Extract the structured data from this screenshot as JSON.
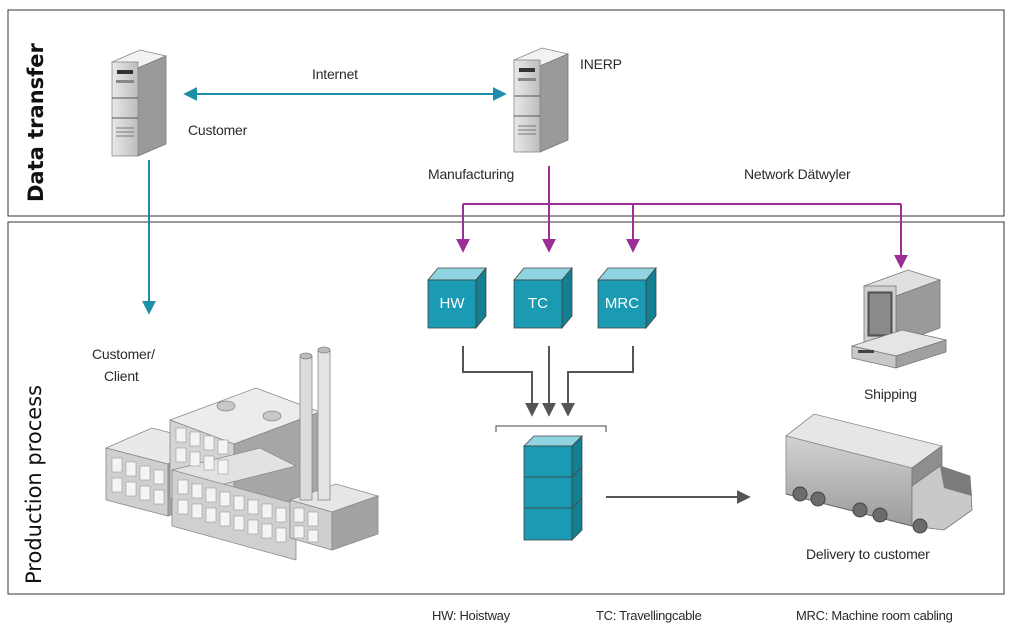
{
  "sections": {
    "data_transfer": "Data transfer",
    "production_process": "Production process"
  },
  "nodes": {
    "customer_server": "Customer",
    "inerp_server": "INERP",
    "internet": "Internet",
    "manufacturing": "Manufacturing",
    "network": "Network Dätwyler",
    "customer_client": [
      "Customer/",
      "Client"
    ],
    "hw_box": "HW",
    "tc_box": "TC",
    "mrc_box": "MRC",
    "shipping": "Shipping",
    "delivery": "Delivery to customer"
  },
  "legend": [
    "HW: Hoistway",
    "TC: Travellingcable",
    "MRC: Machine room cabling"
  ],
  "colors": {
    "teal": "#1c8fa8",
    "purple": "#9c2e96",
    "gray_arrow": "#555555",
    "box_teal": "#1a9bb3"
  }
}
